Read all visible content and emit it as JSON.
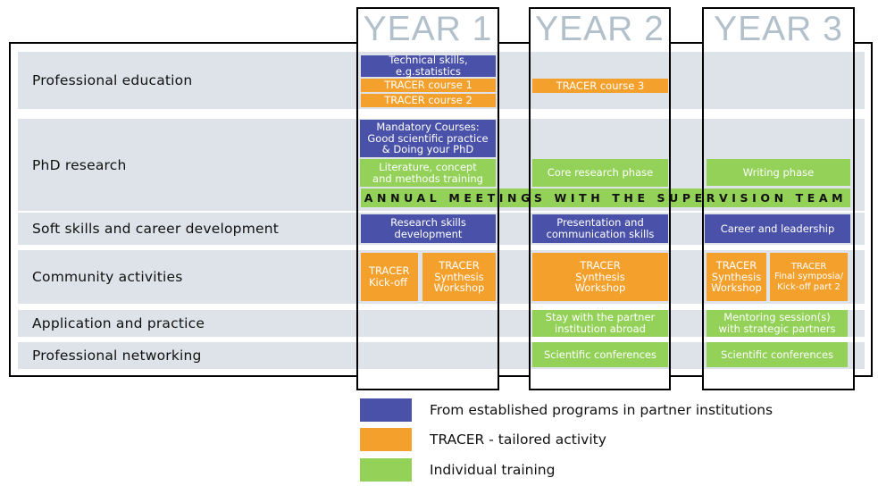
{
  "years": [
    {
      "label": "YEAR 1"
    },
    {
      "label": "YEAR 2"
    },
    {
      "label": "YEAR 3"
    }
  ],
  "rows": [
    {
      "label": "Professional education"
    },
    {
      "label": "PhD research"
    },
    {
      "label": "Soft skills and career development"
    },
    {
      "label": "Community activities"
    },
    {
      "label": "Application and practice"
    },
    {
      "label": "Professional networking"
    }
  ],
  "activities": {
    "y1_technical_skills": {
      "text": "Technical skills,\ne.g.statistics",
      "type": "established"
    },
    "y1_tracer_course_1": {
      "text": "TRACER course 1",
      "type": "tracer"
    },
    "y1_tracer_course_2": {
      "text": "TRACER course 2",
      "type": "tracer"
    },
    "y2_tracer_course_3": {
      "text": "TRACER course 3",
      "type": "tracer"
    },
    "y1_mandatory_courses": {
      "text": "Mandatory Courses:\nGood scientific practice\n& Doing your PhD",
      "type": "established"
    },
    "y1_literature_training": {
      "text": "Literature, concept\nand methods training",
      "type": "individual"
    },
    "y2_core_research": {
      "text": "Core research phase",
      "type": "individual"
    },
    "y3_writing_phase": {
      "text": "Writing phase",
      "type": "individual"
    },
    "annual_meetings_banner": {
      "text": "ANNUAL MEETINGS WITH THE SUPERVISION TEAM",
      "type": "individual"
    },
    "y1_research_skills": {
      "text": "Research skills\ndevelopment",
      "type": "established"
    },
    "y2_presentation_skills": {
      "text": "Presentation and\ncommunication skills",
      "type": "established"
    },
    "y3_career_leadership": {
      "text": "Career and leadership",
      "type": "established"
    },
    "y1_kick_off": {
      "text": "TRACER\nKick-off",
      "type": "tracer"
    },
    "y1_synthesis_workshop": {
      "text": "TRACER\nSynthesis\nWorkshop",
      "type": "tracer"
    },
    "y2_synthesis_workshop": {
      "text": "TRACER\nSynthesis\nWorkshop",
      "type": "tracer"
    },
    "y3_synthesis_workshop": {
      "text": "TRACER\nSynthesis\nWorkshop",
      "type": "tracer"
    },
    "y3_final_symposia": {
      "text": "TRACER\nFinal symposia/\nKick-off part 2",
      "type": "tracer"
    },
    "y2_partner_stay": {
      "text": "Stay with the partner\ninstitution abroad",
      "type": "individual"
    },
    "y3_mentoring": {
      "text": "Mentoring session(s)\nwith strategic partners",
      "type": "individual"
    },
    "y2_conferences": {
      "text": "Scientific conferences",
      "type": "individual"
    },
    "y3_conferences": {
      "text": "Scientific conferences",
      "type": "individual"
    }
  },
  "legend": {
    "items": [
      {
        "label": "From established programs in partner institutions",
        "color": "#4A51A8"
      },
      {
        "label": "TRACER - tailored activity",
        "color": "#F4A02C"
      },
      {
        "label": "Individual training",
        "color": "#93D158"
      }
    ]
  },
  "colors": {
    "established": "#4A51A8",
    "tracer": "#F4A02C",
    "individual": "#93D158",
    "row_band": "#DEE3E9",
    "year_title": "#B2C0CB",
    "banner_text": "#111111"
  }
}
